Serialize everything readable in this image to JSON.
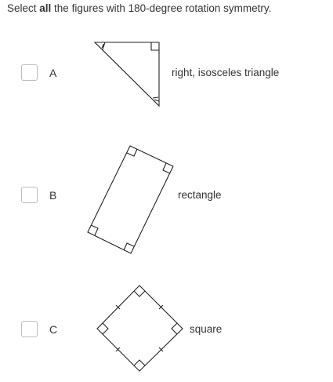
{
  "question": {
    "prefix": "Select ",
    "emphasis": "all",
    "suffix": " the figures with 180-degree rotation symmetry."
  },
  "options": [
    {
      "letter": "A",
      "description": "right, isosceles triangle",
      "checked": false
    },
    {
      "letter": "B",
      "description": "rectangle",
      "checked": false
    },
    {
      "letter": "C",
      "description": "square",
      "checked": false
    }
  ],
  "colors": {
    "text": "#333333",
    "checkbox_border": "#bdbdbd",
    "figure_stroke": "#222222"
  }
}
